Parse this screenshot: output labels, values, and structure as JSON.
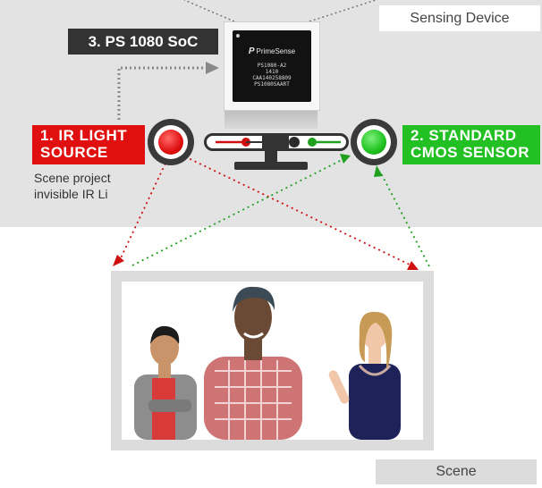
{
  "labels": {
    "sensing_device": "Sensing Device",
    "soc": "3. PS 1080 SoC",
    "ir_light_line1": "1. IR LIGHT",
    "ir_light_line2": "SOURCE",
    "cmos_line1": "2. STANDARD",
    "cmos_line2": "CMOS SENSOR",
    "description_line1": "Scene project",
    "description_line2": "invisible IR Li",
    "scene": "Scene"
  },
  "chip": {
    "brand": "PrimeSense",
    "lines": [
      "PS1080-A2",
      "1410",
      "CAA140258809",
      "PS1080SAART"
    ]
  },
  "colors": {
    "ir_red": "#e01010",
    "cmos_green": "#22c022",
    "dark_label": "#333333",
    "top_background": "#e3e3e3"
  },
  "icons": {
    "ir_emitter": "ir-emitter-icon",
    "cmos_sensor": "cmos-sensor-icon",
    "chip": "chip-icon",
    "arrow": "arrow-icon"
  },
  "scene_people": [
    "person-left",
    "person-center",
    "person-right"
  ]
}
